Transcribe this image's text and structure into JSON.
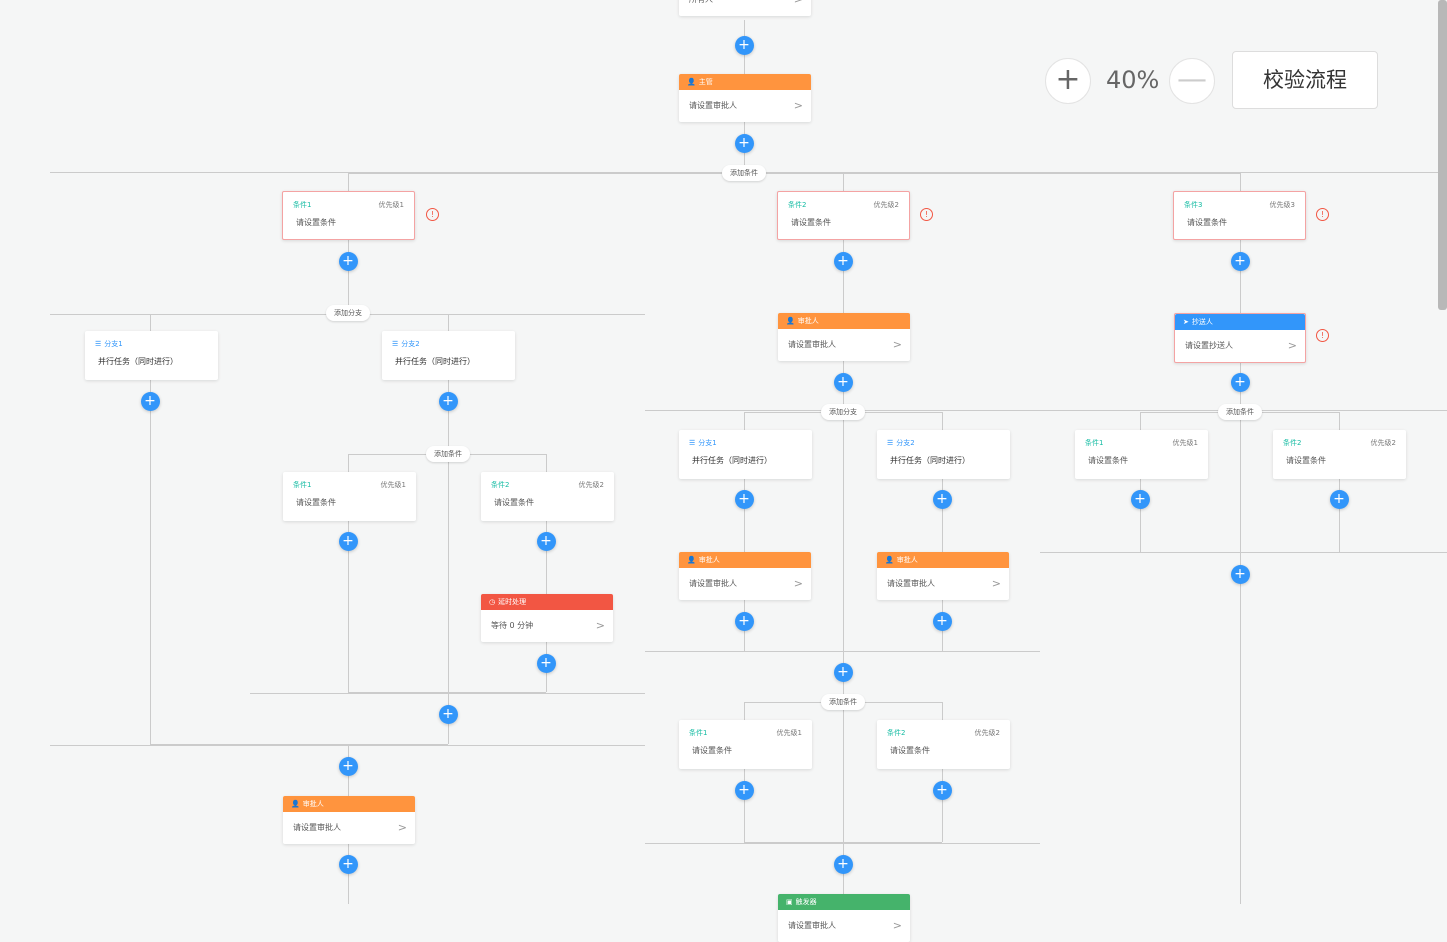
{
  "zoom": {
    "in_icon": "+",
    "out_icon": "—",
    "level": "40%"
  },
  "validate_label": "校验流程",
  "labels": {
    "owner": "所有人",
    "manager": "主管",
    "approver": "审批人",
    "set_approver": "请设置审批人",
    "set_condition": "请设置条件",
    "cc": "抄送人",
    "set_cc": "请设置抄送人",
    "delay": "延时处理",
    "wait": "等待 0 分钟",
    "trigger": "触发器",
    "add_condition": "添加条件",
    "add_branch": "添加分支",
    "parallel_task": "并行任务（同时进行）",
    "plus": "+",
    "arrow": ">",
    "warn": "!",
    "branch1": "分支1",
    "branch2": "分支2",
    "cond1": "条件1",
    "cond2": "条件2",
    "cond3": "条件3",
    "prio1": "优先级1",
    "prio2": "优先级2",
    "prio3": "优先级3"
  },
  "colors": {
    "approver_header": "#ff943e",
    "cc_header": "#3296fa",
    "delay_header": "#f25643",
    "trigger_header": "#45b36b",
    "condition_title": "#15bca3",
    "add_button": "#3296fa",
    "warning": "#f25643"
  },
  "icons": [
    "person-icon",
    "send-icon",
    "clock-icon",
    "trigger-icon",
    "plus-icon",
    "chevron-right-icon",
    "warning-icon"
  ]
}
